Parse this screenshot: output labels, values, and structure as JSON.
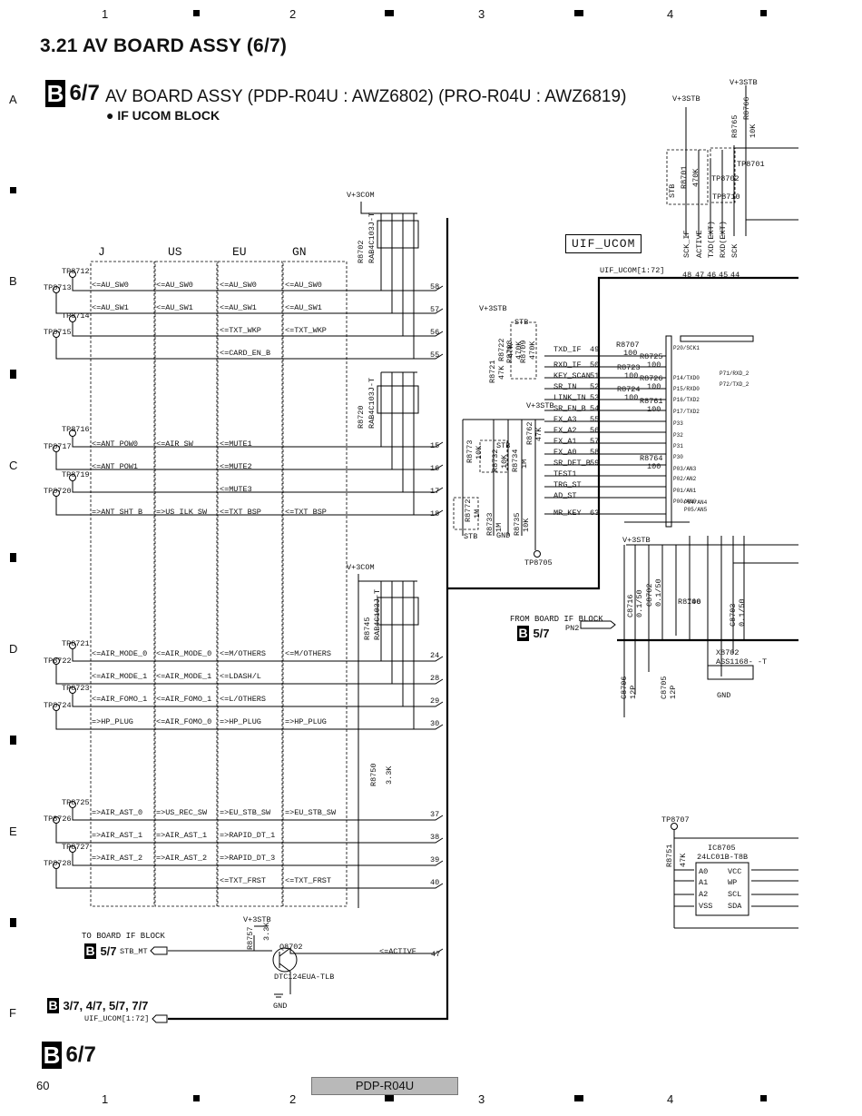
{
  "grid": {
    "cols": [
      "1",
      "2",
      "3",
      "4"
    ],
    "rows": [
      "A",
      "B",
      "C",
      "D",
      "E",
      "F"
    ]
  },
  "section_title": "3.21  AV BOARD ASSY (6/7)",
  "header": {
    "badge": "B",
    "sheet": "6/7",
    "title": "AV BOARD ASSY (PDP-R04U : AWZ6802) (PRO-R04U : AWZ6819)",
    "block": "● IF UCOM BLOCK"
  },
  "columns": [
    "J",
    "US",
    "EU",
    "GN"
  ],
  "test_points_left": [
    "TP8712",
    "TP8713",
    "TP8714",
    "TP8715",
    "TP8716",
    "TP8717",
    "TP8719",
    "TP8720",
    "TP8721",
    "TP8722",
    "TP8723",
    "TP8724",
    "TP8725",
    "TP8726",
    "TP8727",
    "TP8728"
  ],
  "signal_table": [
    {
      "j": "<=AU_SW0",
      "us": "<=AU_SW0",
      "eu": "<=AU_SW0",
      "gn": "<=AU_SW0",
      "pin": "58"
    },
    {
      "j": "<=AU_SW1",
      "us": "<=AU_SW1",
      "eu": "<=AU_SW1",
      "gn": "<=AU_SW1",
      "pin": "57"
    },
    {
      "j": "",
      "us": "",
      "eu": "<=TXT_WKP",
      "gn": "<=TXT_WKP",
      "pin": "56"
    },
    {
      "j": "",
      "us": "",
      "eu": "<=CARD_EN_B",
      "gn": "",
      "pin": "55"
    },
    {
      "j": "<=ANT_POW0",
      "us": "<=AIR_SW",
      "eu": "<=MUTE1",
      "gn": "",
      "pin": "15"
    },
    {
      "j": "<=ANT_POW1",
      "us": "",
      "eu": "<=MUTE2",
      "gn": "",
      "pin": "16"
    },
    {
      "j": "",
      "us": "",
      "eu": "<=MUTE3",
      "gn": "",
      "pin": "17"
    },
    {
      "j": "=>ANT_SHT_B",
      "us": "=>US_ILK_SW",
      "eu": "<=TXT_BSP",
      "gn": "<=TXT_BSP",
      "pin": "18"
    },
    {
      "j": "<=AIR_MODE_0",
      "us": "<=AIR_MODE_0",
      "eu": "<=M/OTHERS",
      "gn": "<=M/OTHERS",
      "pin": "24"
    },
    {
      "j": "<=AIR_MODE_1",
      "us": "<=AIR_MODE_1",
      "eu": "<=LDASH/L",
      "gn": "",
      "pin": "28"
    },
    {
      "j": "<=AIR_FOMO_1",
      "us": "<=AIR_FOMO_1",
      "eu": "<=L/OTHERS",
      "gn": "",
      "pin": "29"
    },
    {
      "j": "=>HP_PLUG",
      "us": "<=AIR_FOMO_0",
      "eu": "=>HP_PLUG",
      "gn": "=>HP_PLUG",
      "pin": "30"
    },
    {
      "j": "=>AIR_AST_0",
      "us": "=>US_REC_SW",
      "eu": "=>EU_STB_SW",
      "gn": "=>EU_STB_SW",
      "pin": "37"
    },
    {
      "j": "=>AIR_AST_1",
      "us": "=>AIR_AST_1",
      "eu": "=>RAPID_DT_1",
      "gn": "",
      "pin": "38"
    },
    {
      "j": "=>AIR_AST_2",
      "us": "=>AIR_AST_2",
      "eu": "=>RAPID_DT_3",
      "gn": "",
      "pin": "39"
    },
    {
      "j": "",
      "us": "",
      "eu": "<=TXT_FRST",
      "gn": "<=TXT_FRST",
      "pin": "40"
    }
  ],
  "resistor_arrays": [
    {
      "ref": "R8702",
      "part": "RAB4C103J-T",
      "supply": "V+3COM"
    },
    {
      "ref": "R8720",
      "part": "RAB4C103J-T",
      "supply": ""
    },
    {
      "ref": "R8745",
      "part": "RAB4C103J-T",
      "supply": "V+3COM"
    }
  ],
  "r8750": {
    "ref": "R8750",
    "value": "3.3K"
  },
  "active_row": {
    "label": "<=ACTIVE",
    "pin": "47"
  },
  "transistor": {
    "ref": "Q8702",
    "part": "DTC124EUA-TLB",
    "supply": "V+3STB",
    "resistor": "R8757",
    "res_value": "3.3K",
    "gnd": "GND"
  },
  "to_board": {
    "label": "TO BOARD IF BLOCK",
    "badge": "B",
    "sheet": "5/7",
    "signal": "STB_MT"
  },
  "bottom_ref": {
    "badge": "B",
    "sheet": "3/7, 4/7, 5/7, 7/7",
    "signal": "UIF_UCOM[1:72]"
  },
  "ucom": {
    "label": "UIF_UCOM",
    "bus": "UIF_UCOM[1:72]",
    "top_pins": [
      {
        "pin": "48",
        "name": "SCK_IF"
      },
      {
        "pin": "47",
        "name": "ACTIVE"
      },
      {
        "pin": "46",
        "name": "TXD(EXT)"
      },
      {
        "pin": "45",
        "name": "RXD(EXT)"
      },
      {
        "pin": "44",
        "name": "SCK"
      }
    ],
    "left_pins": [
      {
        "pin": "49",
        "name": "TXD_IF"
      },
      {
        "pin": "50",
        "name": "RXD_IF"
      },
      {
        "pin": "51",
        "name": "KEY_SCAN"
      },
      {
        "pin": "52",
        "name": "SR_IN"
      },
      {
        "pin": "53",
        "name": "LINK_IN"
      },
      {
        "pin": "54",
        "name": "SR_EN_B"
      },
      {
        "pin": "55",
        "name": "EX_A3"
      },
      {
        "pin": "56",
        "name": "EX_A2"
      },
      {
        "pin": "57",
        "name": "EX_A1"
      },
      {
        "pin": "58",
        "name": "EX_A0"
      },
      {
        "pin": "59",
        "name": "SR_DET_B"
      },
      {
        "pin": "",
        "name": "TEST1"
      },
      {
        "pin": "",
        "name": "TRG_ST"
      },
      {
        "pin": "",
        "name": "AD_ST"
      },
      {
        "pin": "63",
        "name": "MR_KEY"
      }
    ],
    "resistors": [
      {
        "ref": "R8707",
        "value": "100"
      },
      {
        "ref": "R8725",
        "value": "100"
      },
      {
        "ref": "R8723",
        "value": "100"
      },
      {
        "ref": "R8726",
        "value": "100"
      },
      {
        "ref": "R8724",
        "value": "100"
      },
      {
        "ref": "R8761",
        "value": "100"
      },
      {
        "ref": "R8764",
        "value": "100"
      }
    ],
    "port_labels": [
      "P20/SCK1",
      "P14/TXD0",
      "P15/RXD0",
      "P16/TXD2",
      "P17/TXD2",
      "P33",
      "P32",
      "P31",
      "P30",
      "P03/AN3",
      "P02/AN2",
      "P01/AN1",
      "P00/AN0",
      "P04/AN4",
      "P05/AN5",
      "P71/RXD_2",
      "P72/TXD_2"
    ],
    "supplies": [
      "V+3STB",
      "V+3STB",
      "V+3STB"
    ],
    "tp_top": [
      "TP8701",
      "TP8702",
      "TP8710"
    ],
    "r_top": [
      {
        "ref": "R8765",
        "value": "10K"
      },
      {
        "ref": "R8766",
        "value": "10K"
      },
      {
        "ref": "R8701",
        "value": "470K"
      }
    ],
    "left_res": [
      {
        "ref": "R8721",
        "value": "47K"
      },
      {
        "ref": "R8722",
        "value": "47K"
      },
      {
        "ref": "R8708",
        "value": "470K"
      },
      {
        "ref": "R8709",
        "value": "470K"
      },
      {
        "ref": "R8734",
        "value": "1M"
      },
      {
        "ref": "R8732",
        "value": "10K"
      },
      {
        "ref": "R8762",
        "value": "47K"
      },
      {
        "ref": "R8773",
        "value": "10K"
      },
      {
        "ref": "R8772",
        "value": "1M"
      },
      {
        "ref": "R8733",
        "value": "1M"
      },
      {
        "ref": "R8735",
        "value": "10K"
      }
    ],
    "stb_labels": [
      "STB",
      "STB",
      "STB"
    ],
    "gnd": "GND",
    "tp8705": "TP8705"
  },
  "from_board": {
    "label": "FROM BOARD IF BLOCK",
    "badge": "B",
    "sheet": "5/7",
    "signal": "PN2"
  },
  "osc": {
    "supply": "V+3STB",
    "parts": [
      {
        "ref": "C8716",
        "value": "0.1/50"
      },
      {
        "ref": "C8702",
        "value": "0.1/50"
      },
      {
        "ref": "C8703",
        "value": "0.1/50"
      },
      {
        "ref": "R8746",
        "value": "100"
      },
      {
        "ref": "X8702",
        "value": "ASS1168- -T"
      },
      {
        "ref": "C8706",
        "value": "12P"
      },
      {
        "ref": "C8705",
        "value": "12P"
      }
    ],
    "gnd": "GND"
  },
  "eeprom": {
    "tp": "TP8707",
    "resistor": {
      "ref": "R8751",
      "value": "47K"
    },
    "ic": "IC8705",
    "part": "24LC01B-T8B",
    "left_pins": [
      "A0",
      "A1",
      "A2",
      "VSS"
    ],
    "right_pins": [
      "VCC",
      "WP",
      "SCL",
      "SDA"
    ]
  },
  "footer": {
    "page": "60",
    "model": "PDP-R04U",
    "bottom_badge": "B",
    "bottom_sheet": "6/7"
  }
}
